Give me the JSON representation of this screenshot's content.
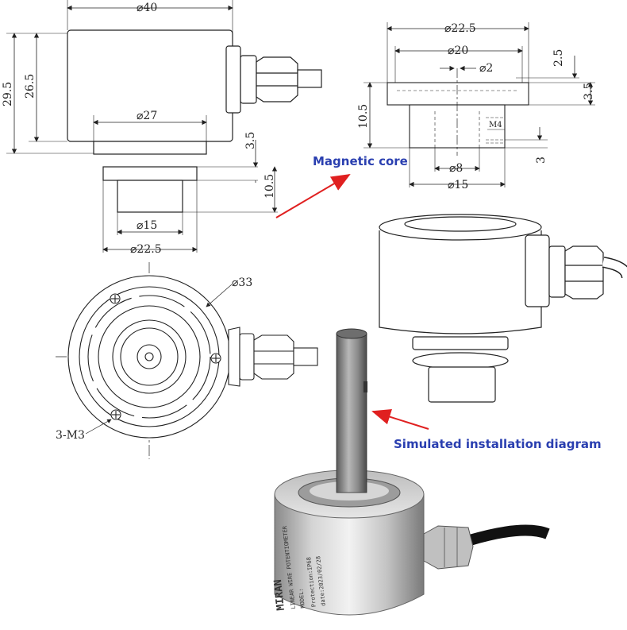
{
  "dimensions": {
    "housing_diameter": "⌀40",
    "overall_height": "29.5",
    "body_height": "26.5",
    "base_diameter": "⌀27",
    "core_flange_height": "3.5",
    "core_height": "10.5",
    "core_stem_diameter": "⌀15",
    "core_flange_diameter": "⌀22.5",
    "bolt_circle_diameter": "⌀33",
    "mount_holes": "3-M3",
    "core_detail": {
      "flange_diameter": "⌀22.5",
      "recess_diameter": "⌀20",
      "pin_diameter": "⌀2",
      "top_gap": "2.5",
      "flange_height": "3.5",
      "height": "10.5",
      "thread": "M4",
      "thread_depth": "3",
      "bore_diameter": "⌀8",
      "stem_diameter": "⌀15"
    }
  },
  "labels": {
    "magnetic_core": "Magnetic core",
    "installation": "Simulated installation diagram"
  },
  "product_marking": {
    "brand": "MIRAN",
    "model_line": "LINEAR WIRE POTENTIOMETER",
    "model": "MODEL:",
    "protection": "Protection:IP68",
    "date": "date:2023/02/28"
  },
  "colors": {
    "annotation_label": "#2a3fb0",
    "arrow": "#e02020"
  }
}
